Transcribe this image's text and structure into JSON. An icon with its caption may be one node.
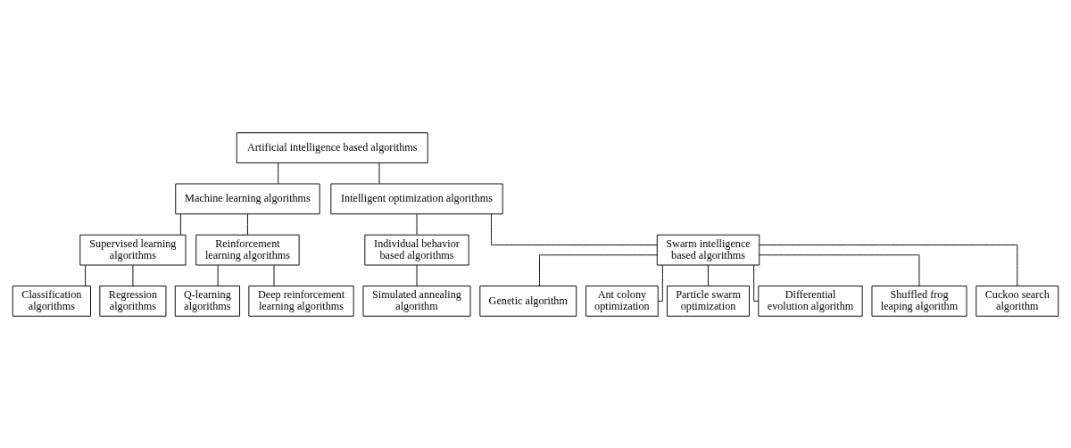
{
  "diagram": {
    "nodes": [
      {
        "text": [
          "Artificial intelligence based algorithms"
        ]
      },
      {
        "text": [
          "Machine learning algorithms"
        ]
      },
      {
        "text": [
          "Intelligent optimization algorithms"
        ]
      },
      {
        "text": [
          "Supervised learning algorithms"
        ]
      },
      {
        "text": [
          "Reinforcement learning algorithms"
        ]
      },
      {
        "text": [
          "Individual behavior based algorithms"
        ]
      },
      {
        "text": [
          "Swarm intelligence based algorithms"
        ]
      },
      {
        "text": [
          "Classification algorithms"
        ]
      },
      {
        "text": [
          "Regression algorithms"
        ]
      },
      {
        "text": [
          "Q-learning algorithms"
        ]
      },
      {
        "text": [
          "Deep reinforcement learning algorithms"
        ]
      },
      {
        "text": [
          "Simulated annealing algorithm"
        ]
      },
      {
        "text": [
          "Genetic algorithm"
        ]
      },
      {
        "text": [
          "Ant colony optimization"
        ]
      },
      {
        "text": [
          "Particle swarm optimization"
        ]
      },
      {
        "text": [
          "Differential evolution algorithm"
        ]
      },
      {
        "text": [
          "Shuffled frog leaping algorithm"
        ]
      },
      {
        "text": [
          "Cuckoo search algorithm"
        ]
      }
    ],
    "edges": [
      {
        "from": 0,
        "to": 1,
        "arrow": "none"
      },
      {
        "from": 0,
        "to": 2,
        "arrow": "none"
      },
      {
        "from": 1,
        "to": 3,
        "arrow": "none"
      },
      {
        "from": 1,
        "to": 4,
        "arrow": "none"
      },
      {
        "from": 2,
        "to": 5,
        "arrow": "none"
      },
      {
        "from": 2,
        "to": 6,
        "arrow": "none"
      },
      {
        "from": 3,
        "to": 7,
        "arrow": "none"
      },
      {
        "from": 3,
        "to": 8,
        "arrow": "none"
      },
      {
        "from": 4,
        "to": 9,
        "arrow": "none"
      },
      {
        "from": 4,
        "to": 10,
        "arrow": "none"
      },
      {
        "from": 5,
        "to": 11,
        "arrow": "none"
      },
      {
        "from": 6,
        "to": 12,
        "arrow": "none"
      },
      {
        "from": 6,
        "to": 13,
        "arrow": "none"
      },
      {
        "from": 6,
        "to": 14,
        "arrow": "none"
      },
      {
        "from": 6,
        "to": 15,
        "arrow": "none"
      },
      {
        "from": 6,
        "to": 16,
        "arrow": "none"
      },
      {
        "from": 6,
        "to": 17,
        "arrow": "none"
      }
    ]
  }
}
